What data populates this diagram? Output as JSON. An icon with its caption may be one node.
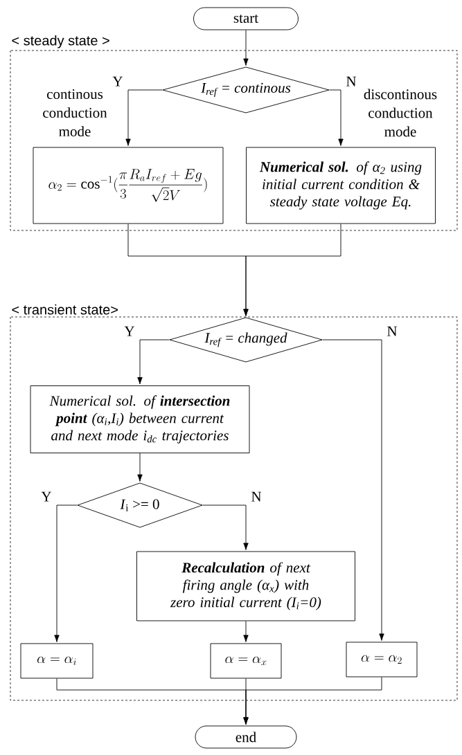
{
  "diagram": {
    "nodes": [
      {
        "text": [
          "start"
        ]
      },
      {
        "text": [
          "< steady state >"
        ]
      },
      {
        "text": [
          "I$_{ref}$ = continous"
        ],
        "in": 1
      },
      {
        "text": [
          "\\alpha_2 = \\cos^{-1}(\\frac{\\pi}{3}\\frac{R_a I_{ref} + Eg}{\\sqrt{2}V})"
        ],
        "in": 1
      },
      {
        "text": [
          "**Numerical sol.** of α$_{2}$ using initial current condition & steady state voltage Eq."
        ],
        "in": 1
      },
      {
        "text": [
          "< transient state>"
        ]
      },
      {
        "text": [
          "I$_{ref}$ = changed"
        ],
        "in": 5
      },
      {
        "text": [
          "Numerical sol. of **intersection point** (α$_{i}$,I$_{i}$) between current and next mode i$_{dc}$ trajectories"
        ],
        "in": 5
      },
      {
        "text": [
          "*I*$_{i}$ >= 0"
        ],
        "in": 5
      },
      {
        "text": [
          "**Recalculation** of next firing angle (α$_{x}$) with zero initial current (I$_{i}$=0)"
        ],
        "in": 5
      },
      {
        "text": [
          "\\alpha = \\alpha_i"
        ],
        "in": 5
      },
      {
        "text": [
          "\\alpha = \\alpha_x"
        ],
        "in": 5
      },
      {
        "text": [
          "\\alpha = \\alpha_2"
        ],
        "in": 5
      },
      {
        "text": [
          "end"
        ]
      }
    ],
    "edges": [
      {
        "from": 0,
        "to": 2,
        "arrow": "to"
      },
      {
        "from": 2,
        "to": 3,
        "arrow": "to",
        "label": "Y"
      },
      {
        "from": 2,
        "to": 4,
        "arrow": "to",
        "label": "N"
      },
      {
        "from": 3,
        "to": 6,
        "arrow": "to"
      },
      {
        "from": 4,
        "to": 6,
        "arrow": "to"
      },
      {
        "from": 6,
        "to": 7,
        "arrow": "to",
        "label": "Y"
      },
      {
        "from": 6,
        "to": 12,
        "arrow": "to",
        "label": "N"
      },
      {
        "from": 7,
        "to": 8,
        "arrow": "to"
      },
      {
        "from": 8,
        "to": 10,
        "arrow": "to",
        "label": "Y"
      },
      {
        "from": 8,
        "to": 9,
        "arrow": "to",
        "label": "N"
      },
      {
        "from": 9,
        "to": 11,
        "arrow": "to"
      },
      {
        "from": 10,
        "to": 13,
        "arrow": "to"
      },
      {
        "from": 11,
        "to": 13,
        "arrow": "to"
      },
      {
        "from": 12,
        "to": 13,
        "arrow": "to"
      }
    ],
    "labels": [
      "continous conduction mode",
      "discontinous conduction mode"
    ]
  }
}
